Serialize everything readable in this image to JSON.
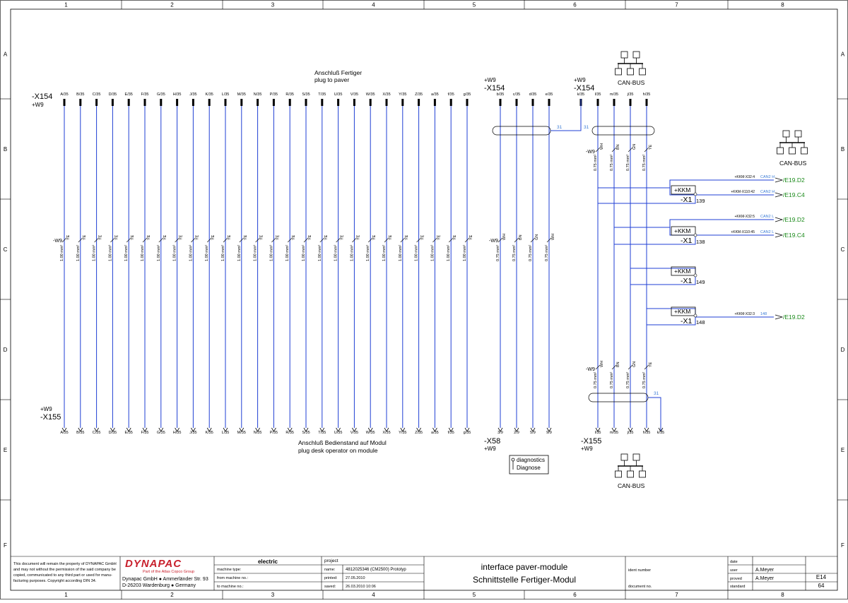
{
  "border": {
    "columns": [
      "1",
      "2",
      "3",
      "4",
      "5",
      "6",
      "7",
      "8"
    ],
    "rows": [
      "A",
      "B",
      "C",
      "D",
      "E",
      "F"
    ]
  },
  "top_connector": {
    "name": "-X154",
    "group": "+W9",
    "caption_de": "Anschluß Fertiger",
    "caption_en": "plug to paver",
    "pins": [
      "A/35",
      "B/35",
      "C/35",
      "D/35",
      "E/35",
      "F/35",
      "G/35",
      "H/35",
      "J/35",
      "K/35",
      "L/35",
      "M/35",
      "N/35",
      "P/35",
      "R/35",
      "S/35",
      "T/35",
      "U/35",
      "V/35",
      "W/35",
      "X/35",
      "Y/35",
      "Z/35",
      "a/35",
      "f/35",
      "g/35"
    ]
  },
  "bottom_connector": {
    "name": "-X155",
    "group": "+W9",
    "caption_de": "Anschluß Bedienstand auf Modul",
    "caption_en": "plug desk operator on module",
    "pins": [
      "A/35",
      "B/35",
      "C/35",
      "D/35",
      "E/35",
      "F/35",
      "G/35",
      "H/35",
      "J/35",
      "K/35",
      "L/35",
      "M/35",
      "N/35",
      "P/35",
      "R/35",
      "S/35",
      "T/35",
      "U/35",
      "V/35",
      "W/35",
      "X/35",
      "Y/35",
      "Z/35",
      "a/35",
      "f/35",
      "g/35"
    ]
  },
  "cable_main": {
    "name": "-W9",
    "wire_label": "1.00 mm²",
    "wire_color": "YE"
  },
  "mid_top_connector": {
    "group": "+W9",
    "name": "-X154",
    "pins": [
      "b/35",
      "c/35",
      "d/35",
      "e/35"
    ]
  },
  "mid_cable": {
    "name": "-W9",
    "wire_label": "0.75 mm²",
    "colors": [
      "WH",
      "BN",
      "GN",
      "WH"
    ]
  },
  "mid_bottom_connector": {
    "name": "-X58",
    "group": "+W9",
    "pins": [
      "3/9",
      "2/9",
      "5/9",
      "9/9"
    ]
  },
  "can_top_connector": {
    "group": "+W9",
    "name": "-X154",
    "pins": [
      "k/35",
      "l/35",
      "m/35",
      "j/35",
      "h/35"
    ]
  },
  "can_bottom_connector": {
    "name": "-X155",
    "group": "+W9",
    "pins": [
      "l/35",
      "m/35",
      "j/35",
      "h/35",
      "k/35"
    ]
  },
  "can_cable": {
    "name": "-W9",
    "wire_label": "0.75 mm²",
    "colors": [
      "WH",
      "BN",
      "GN",
      "YE"
    ]
  },
  "shield_ref": "31",
  "can_bus_label": "CAN-BUS",
  "terminals": [
    {
      "group": "+KKM",
      "name": "-X1",
      "number": "139"
    },
    {
      "group": "+KKM",
      "name": "-X1",
      "number": "138"
    },
    {
      "group": "+KKM",
      "name": "-X1",
      "number": "149"
    },
    {
      "group": "+KKM",
      "name": "-X1",
      "number": "148"
    }
  ],
  "cross_refs": [
    {
      "source": "+KKM-X32:4",
      "signal": "CAN2 H",
      "target": "/E19.D2"
    },
    {
      "source": "+KKM-X110:42",
      "signal": "CAN2 H",
      "target": "/E19.C4"
    },
    {
      "source": "+KKM-X32:5",
      "signal": "CAN2 L",
      "target": "/E19.D2"
    },
    {
      "source": "+KKM-X110:45",
      "signal": "CAN2 L",
      "target": "/E19.C4"
    },
    {
      "source": "+KKM-X32:3",
      "signal": "148",
      "target": "/E19.D2"
    }
  ],
  "diagnostics": {
    "line1": "diagnostics",
    "line2": "Diagnose"
  },
  "title_block": {
    "copyright_lines": [
      "This document will remain the property of DYNAPAC GmbH",
      "and may not without the permission of the said company be",
      "copied, communicated to any third part or used for manu-",
      "facturing purposes. Copyright according DIN 34."
    ],
    "logo": "DYNAPAC",
    "logo_sub": "Part of the Atlas Copco Group",
    "company_line1": "Dynapac GmbH ● Ammerländer Str. 93",
    "company_line2": "D-26203 Wardenburg ● Germany",
    "electric": "electric",
    "machine_type_label": "machine type:",
    "from_machine_label": "from machine no.:",
    "to_machine_label": "to machine no.:",
    "project_label": "project",
    "name_label": "name:",
    "name_value": "4812025346 (CM2500) Prototyp",
    "printed_label": "printed:",
    "printed_value": "27.05.2010",
    "saved_label": "saved:",
    "saved_value": "26.03.2010  10:06",
    "title_en": "interface paver-module",
    "title_de": "Schnittstelle Fertiger-Modul",
    "ident_label": "ident number",
    "document_label": "document no.",
    "date_label": "date",
    "user_label": "user",
    "user_value": "A.Meyer",
    "proved_label": "proved",
    "proved_value": "A.Meyer",
    "standard_label": "standard",
    "sheet_code": "E14",
    "sheet_number": "64"
  }
}
